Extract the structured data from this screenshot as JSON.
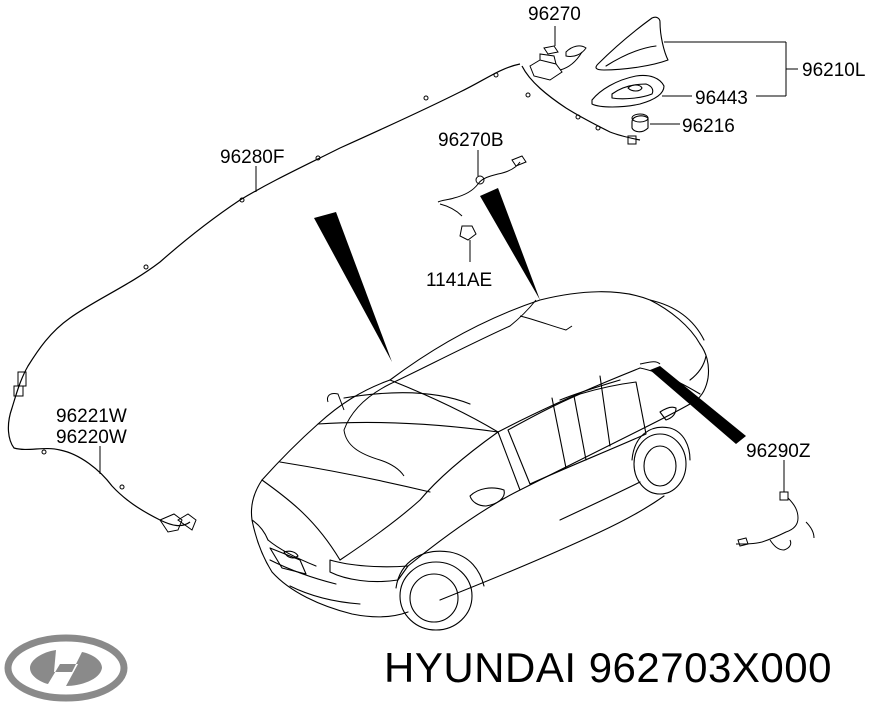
{
  "parts": {
    "p96270": "96270",
    "p96210L": "96210L",
    "p96443": "96443",
    "p96216": "96216",
    "p96280F": "96280F",
    "p96270B": "96270B",
    "p1141AE": "1141AE",
    "p96221W": "96221W",
    "p96220W": "96220W",
    "p96290Z": "96290Z"
  },
  "footer": {
    "brand": "HYUNDAI",
    "part_number": "962703X000"
  },
  "icons": {
    "logo": "hyundai-logo"
  }
}
